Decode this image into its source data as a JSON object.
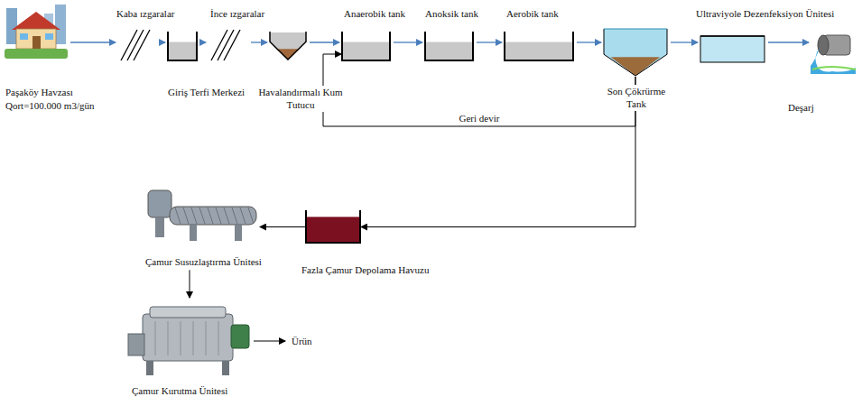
{
  "diagram": {
    "nodes": [
      {
        "text": [
          "Paşaköy Havzası",
          "Qort=100.000 m3/gün"
        ]
      },
      {
        "text": [
          "Kaba ızgaralar"
        ]
      },
      {
        "text": [
          "Giriş Terfi Merkezi"
        ]
      },
      {
        "text": [
          "İnce ızgaralar"
        ]
      },
      {
        "text": [
          "Havalandırmalı Kum Tutucu"
        ]
      },
      {
        "text": [
          "Anaerobik tank"
        ]
      },
      {
        "text": [
          "Anoksik tank"
        ]
      },
      {
        "text": [
          "Aerobik tank"
        ]
      },
      {
        "text": [
          "Son Çökrürme Tank"
        ]
      },
      {
        "text": [
          "Ultraviyole Dezenfeksiyon Ünitesi"
        ]
      },
      {
        "text": [
          "Deşarj"
        ]
      },
      {
        "text": [
          "Fazla Çamur Depolama Havuzu"
        ]
      },
      {
        "text": [
          "Çamur Susuzlaştırma Ünitesi"
        ]
      },
      {
        "text": [
          "Çamur Kurutma Ünitesi"
        ]
      }
    ],
    "edges": [
      {
        "from": 0,
        "to": 1,
        "arrow": "to"
      },
      {
        "from": 1,
        "to": 2,
        "arrow": "to"
      },
      {
        "from": 2,
        "to": 3,
        "arrow": "to"
      },
      {
        "from": 3,
        "to": 4,
        "arrow": "to"
      },
      {
        "from": 4,
        "to": 5,
        "arrow": "to"
      },
      {
        "from": 5,
        "to": 6,
        "arrow": "to"
      },
      {
        "from": 6,
        "to": 7,
        "arrow": "to"
      },
      {
        "from": 7,
        "to": 8,
        "arrow": "to"
      },
      {
        "from": 8,
        "to": 9,
        "arrow": "to"
      },
      {
        "from": 9,
        "to": 10,
        "arrow": "to"
      },
      {
        "from": 8,
        "to": 5,
        "label": "Geri devir",
        "arrow": "to"
      },
      {
        "from": 8,
        "to": 11,
        "arrow": "to"
      },
      {
        "from": 11,
        "to": 12,
        "arrow": "to"
      },
      {
        "from": 12,
        "to": 13,
        "arrow": "to"
      }
    ],
    "labels": [
      "Ürün"
    ]
  }
}
